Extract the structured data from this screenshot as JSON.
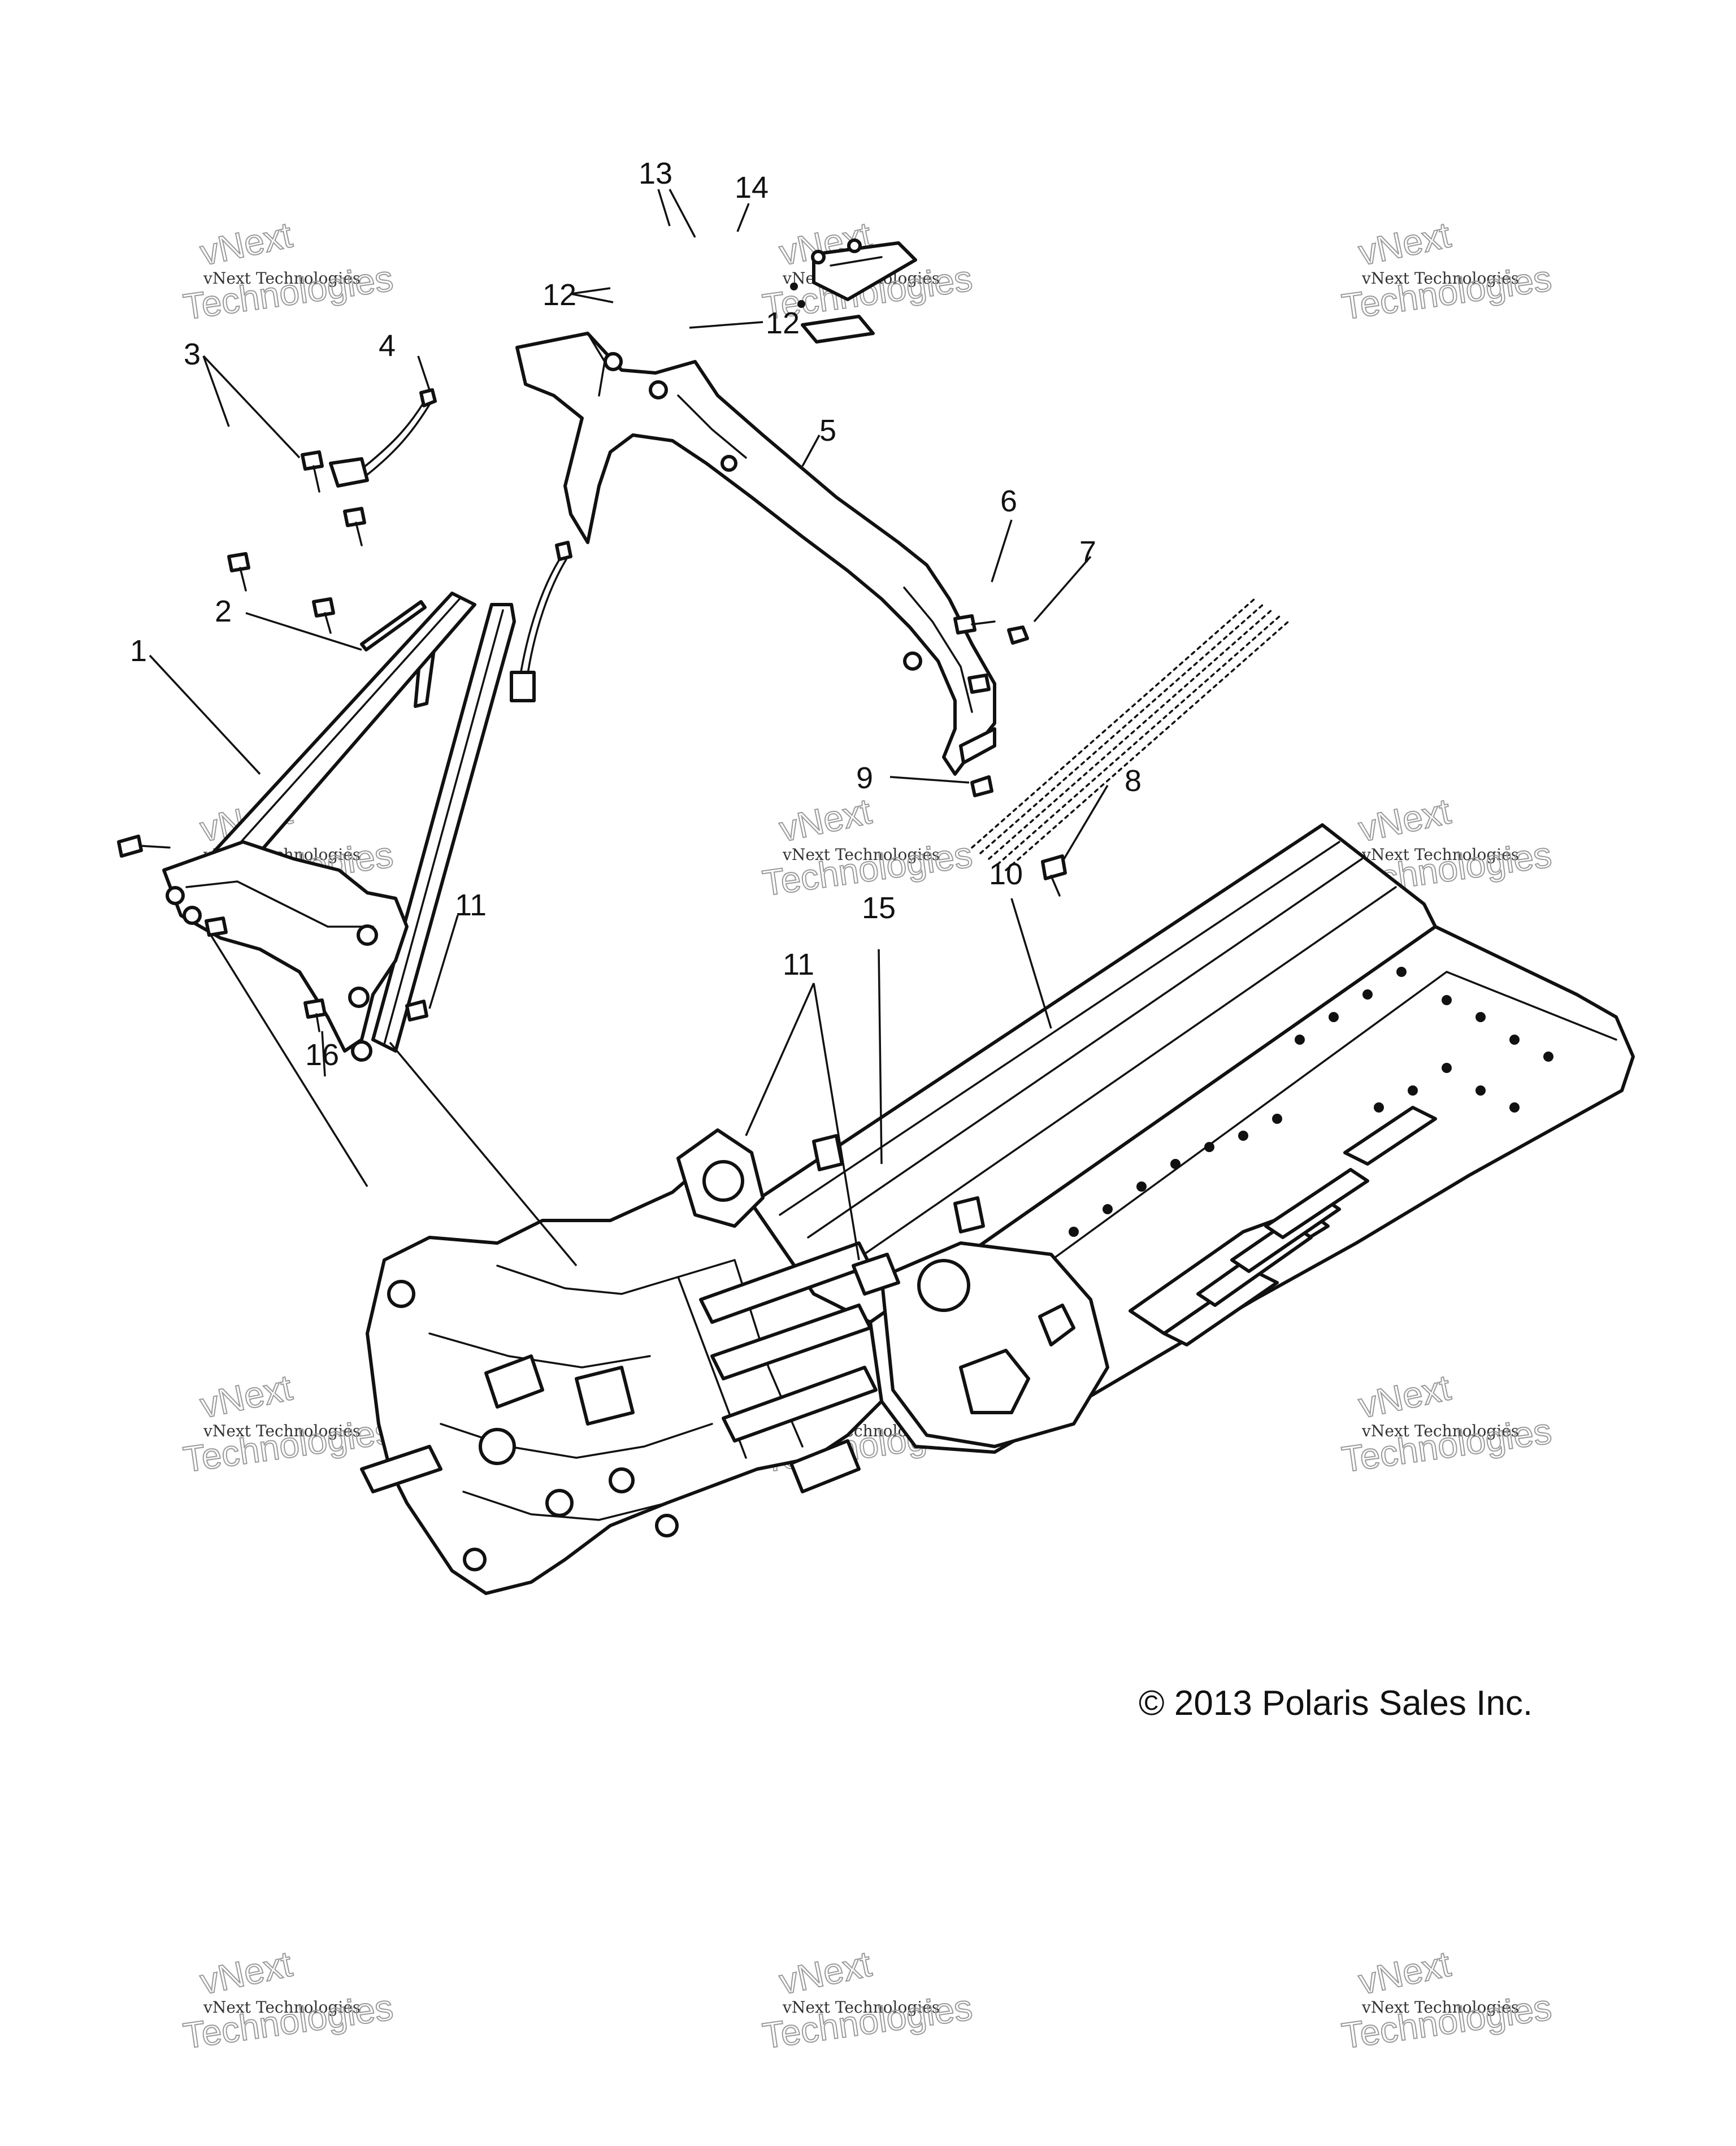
{
  "callouts": [
    "1",
    "2",
    "3",
    "4",
    "5",
    "6",
    "7",
    "8",
    "9",
    "10",
    "11",
    "11",
    "12",
    "12",
    "13",
    "14",
    "15",
    "16"
  ],
  "watermark": {
    "brand": "vNext",
    "line1": "vNext Technologies",
    "line2": "Technologies"
  },
  "copyright": "© 2013 Polaris Sales Inc."
}
